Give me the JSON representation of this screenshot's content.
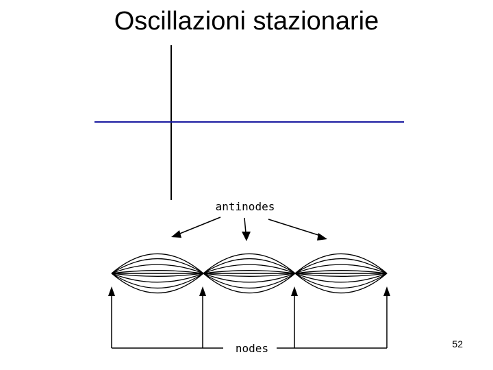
{
  "slide": {
    "title": "Oscillazioni stazionarie",
    "page_number": "52"
  },
  "diagram": {
    "antinodes_label": "antinodes",
    "nodes_label": "nodes",
    "axis_color": "#1a1aa0",
    "line_color": "#000000",
    "loops": 3,
    "amplitude_levels": [
      1.0,
      0.75,
      0.45,
      0.15
    ]
  }
}
